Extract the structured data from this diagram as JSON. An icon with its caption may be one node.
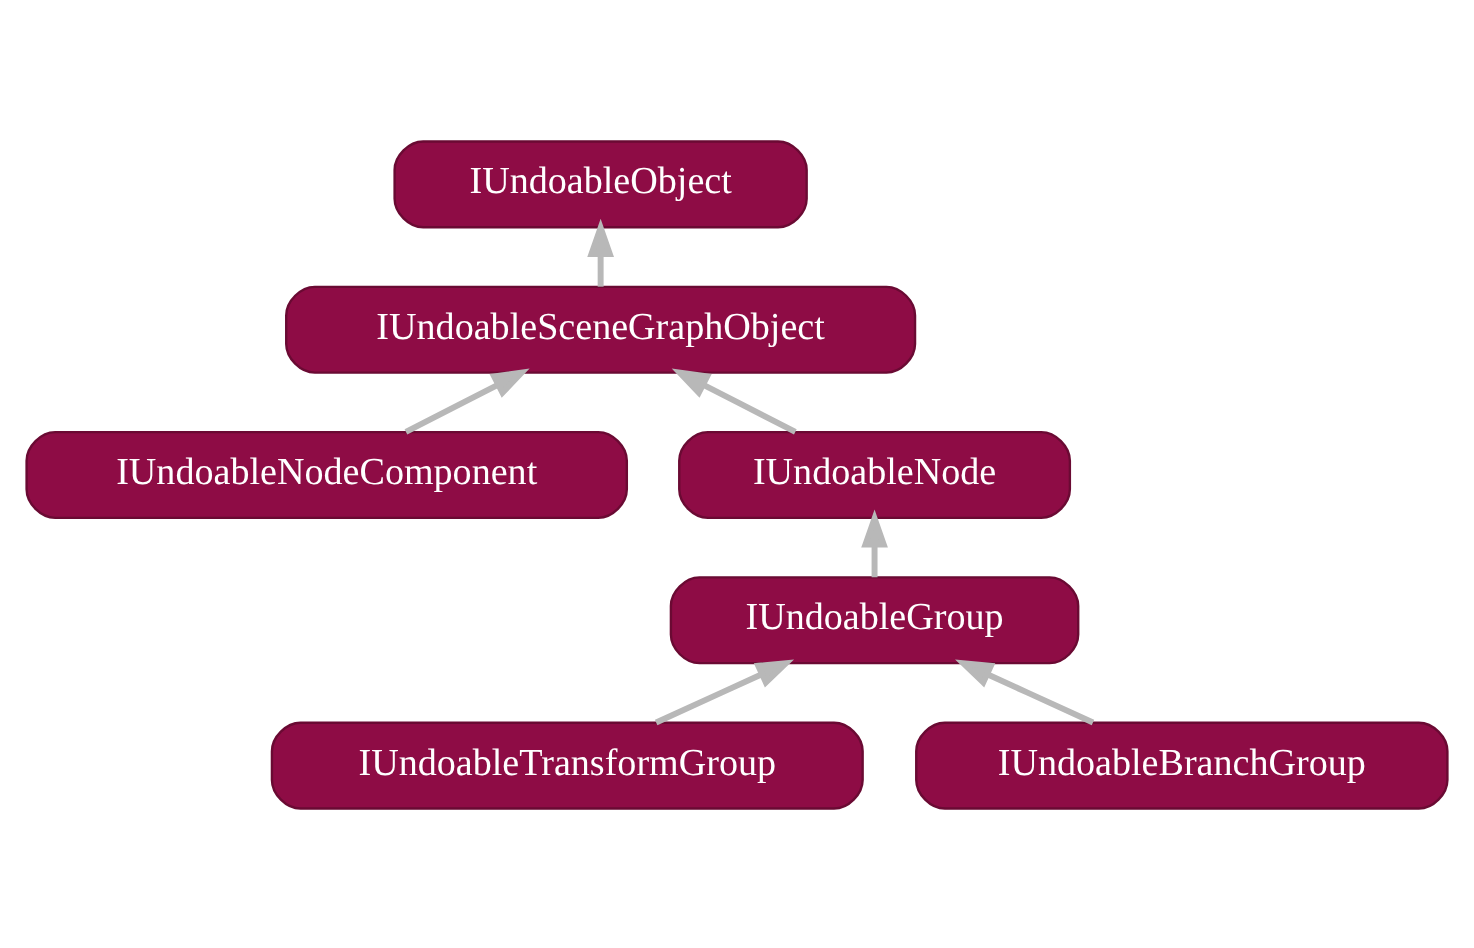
{
  "diagram": {
    "nodes": [
      {
        "text": [
          "IUndoableObject"
        ]
      },
      {
        "text": [
          "IUndoableSceneGraphObject"
        ]
      },
      {
        "text": [
          "IUndoableNodeComponent"
        ]
      },
      {
        "text": [
          "IUndoableNode"
        ]
      },
      {
        "text": [
          "IUndoableGroup"
        ]
      },
      {
        "text": [
          "IUndoableTransformGroup"
        ]
      },
      {
        "text": [
          "IUndoableBranchGroup"
        ]
      }
    ],
    "edges": [
      {
        "from": 1,
        "to": 0,
        "arrow": "to"
      },
      {
        "from": 2,
        "to": 1,
        "arrow": "to"
      },
      {
        "from": 3,
        "to": 1,
        "arrow": "to"
      },
      {
        "from": 4,
        "to": 3,
        "arrow": "to"
      },
      {
        "from": 5,
        "to": 4,
        "arrow": "to"
      },
      {
        "from": 6,
        "to": 4,
        "arrow": "to"
      }
    ]
  }
}
